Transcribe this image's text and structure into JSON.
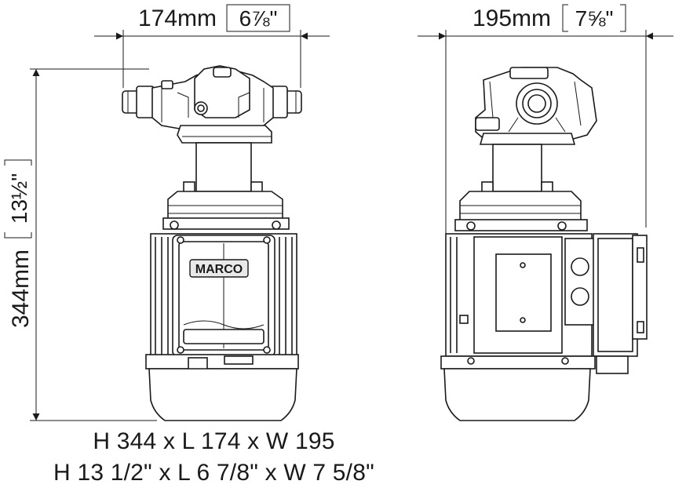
{
  "dimensions": {
    "front_width": {
      "metric": "174mm",
      "imperial": "6⅞\""
    },
    "side_width": {
      "metric": "195mm",
      "imperial": "7⅝\""
    },
    "height": {
      "metric": "344mm",
      "imperial": "13½\""
    }
  },
  "brand_plate": "MARCO",
  "caption": {
    "metric": "H 344 x L 174 x W 195",
    "imperial": "H 13 1/2\" x L 6 7/8\" x W 7 5/8\""
  }
}
